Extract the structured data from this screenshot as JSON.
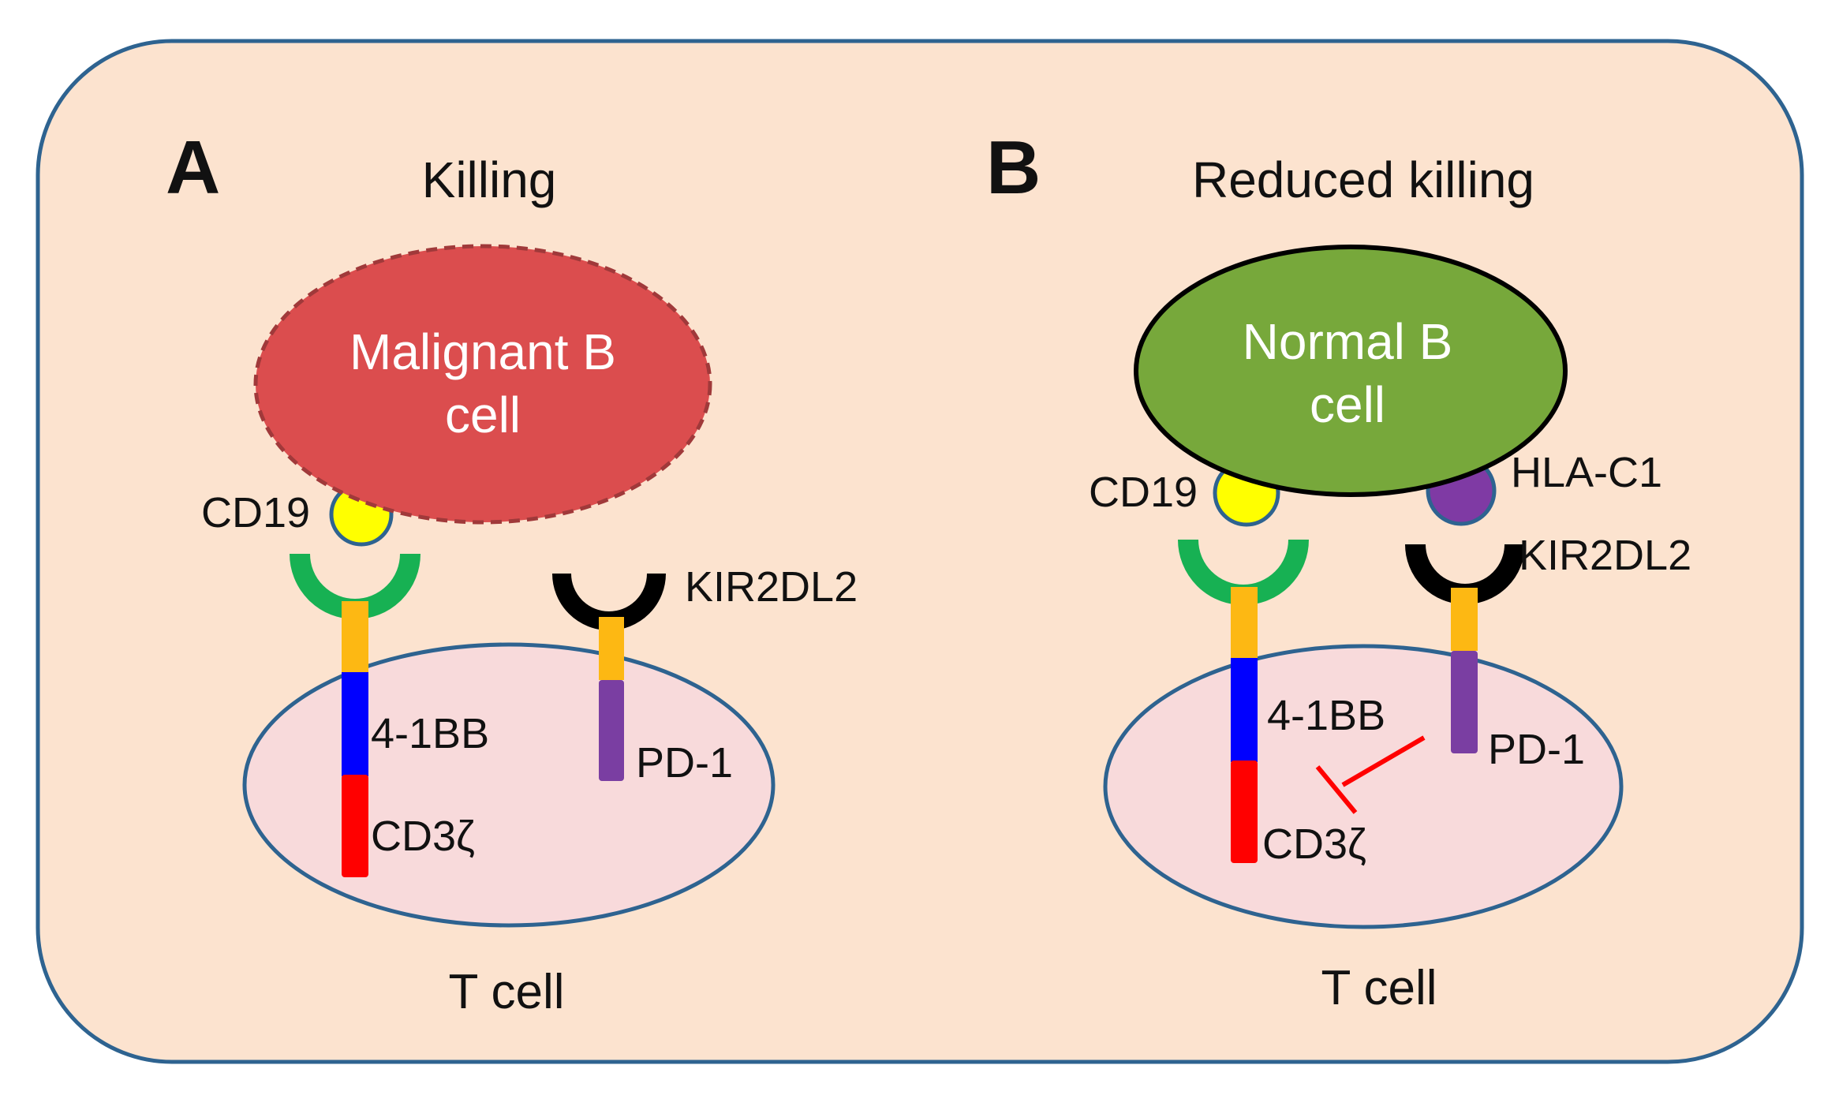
{
  "colors": {
    "background_panel": "#FCE3CF",
    "panel_border": "#2E6390",
    "malignant_cell": "#DB4D4E",
    "malignant_border": "#A0393A",
    "normal_cell": "#77A83B",
    "t_cell": "#F8DADB",
    "cd19": "#FFFF00",
    "hla_c1": "#7F3AA4",
    "car_binder": "#17B153",
    "kir_binder": "#000000",
    "hinge": "#FDB813",
    "4_1bb": "#0000FF",
    "cd3z": "#FF0000",
    "pd1": "#7A3EA2",
    "inhibition": "#FF0000"
  },
  "panel_a": {
    "letter": "A",
    "title": "Killing",
    "target_cell": [
      "Malignant B",
      "cell"
    ],
    "cd19": "CD19",
    "kir": "KIR2DL2",
    "costim": "4-1BB",
    "cd3z": "CD3ζ",
    "pd1": "PD-1",
    "t_cell": "T cell"
  },
  "panel_b": {
    "letter": "B",
    "title": "Reduced killing",
    "target_cell": [
      "Normal B",
      "cell"
    ],
    "cd19": "CD19",
    "hla": "HLA-C1",
    "kir": "KIR2DL2",
    "costim": "4-1BB",
    "cd3z": "CD3ζ",
    "pd1": "PD-1",
    "t_cell": "T cell"
  }
}
